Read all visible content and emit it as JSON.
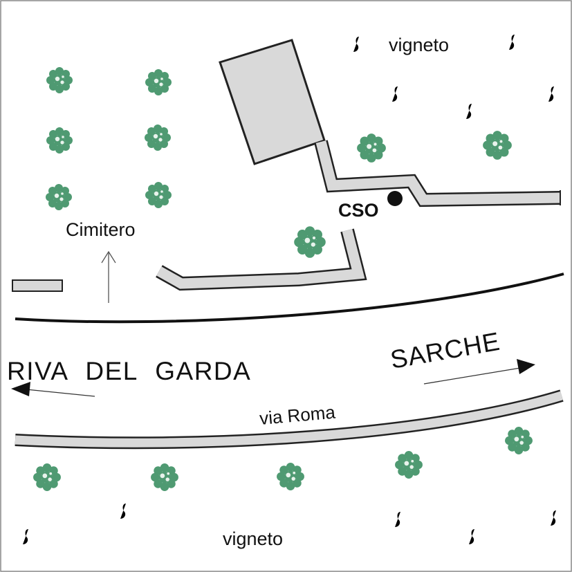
{
  "labels": {
    "vineyard_top": "vigneto",
    "vineyard_bottom": "vigneto",
    "cemetery": "Cimitero",
    "direction_west": "RIVA DEL GARDA",
    "direction_east": "SARCHE",
    "street": "via Roma",
    "cso": "CSO"
  },
  "icons": {
    "tree": "shrub-icon",
    "vine": "vine-icon",
    "arrow": "arrow-icon",
    "marker": "dot-marker-icon"
  },
  "colors": {
    "road_fill": "#d9d9d9",
    "building_fill": "#d9d9d9",
    "tree_fill": "#4f9a72",
    "tree_light": "#e8f3ec",
    "outline": "#222222",
    "marker": "#111111"
  }
}
